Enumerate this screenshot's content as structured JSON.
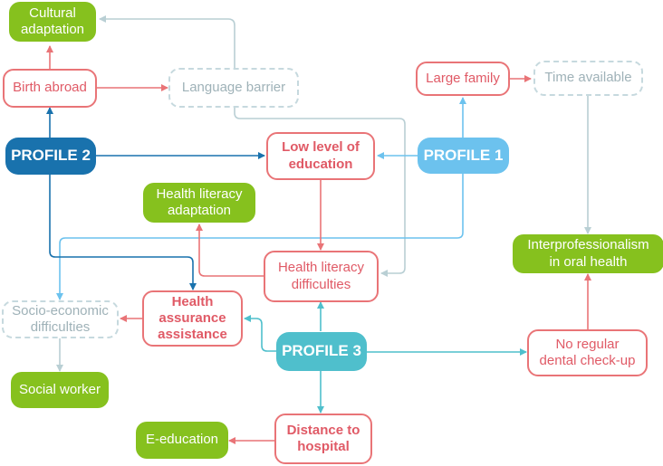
{
  "colors": {
    "green": "#86c11e",
    "red": "#e97477",
    "grey": "#b9cfd4",
    "profile1": "#6cc2ee",
    "profile2": "#1972ad",
    "profile3": "#4fbfcc"
  },
  "nodes": {
    "cultural_adaptation": "Cultural\nadaptation",
    "birth_abroad": "Birth abroad",
    "language_barrier": "Language barrier",
    "large_family": "Large family",
    "time_available": "Time available",
    "profile_2": "PROFILE 2",
    "low_education": "Low level of\neducation",
    "profile_1": "PROFILE 1",
    "health_literacy_adaptation": "Health literacy\nadaptation",
    "interprofessionalism": "Interprofessionalism\nin oral health",
    "health_literacy_difficulties": "Health literacy\ndifficulties",
    "socio_economic": "Socio-economic\ndifficulties",
    "health_assurance": "Health\nassurance\nassistance",
    "profile_3": "PROFILE 3",
    "no_regular_checkup": "No regular\ndental check-up",
    "social_worker": "Social worker",
    "distance_hospital": "Distance to\nhospital",
    "e_education": "E-education"
  }
}
